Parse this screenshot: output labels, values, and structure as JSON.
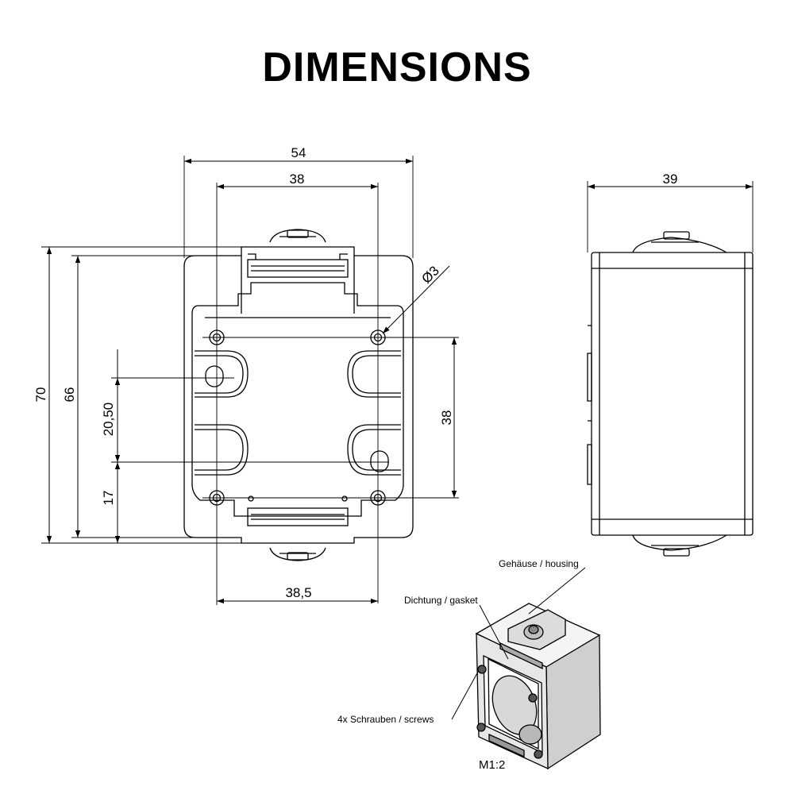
{
  "title": "DIMENSIONS",
  "front_view": {
    "dim_width_outer": "54",
    "dim_width_top": "38",
    "dim_width_bottom": "38,5",
    "dim_height_outer": "70",
    "dim_height_inner": "66",
    "dim_hole_spacing_left": "20,50",
    "dim_bottom_offset": "17",
    "dim_hole_spacing_right": "38",
    "dim_hole_diameter": "Ø3"
  },
  "side_view": {
    "dim_depth": "39"
  },
  "iso_view": {
    "label_housing": "Gehäuse / housing",
    "label_gasket": "Dichtung / gasket",
    "label_screws": "4x Schrauben / screws",
    "scale": "M1:2"
  }
}
